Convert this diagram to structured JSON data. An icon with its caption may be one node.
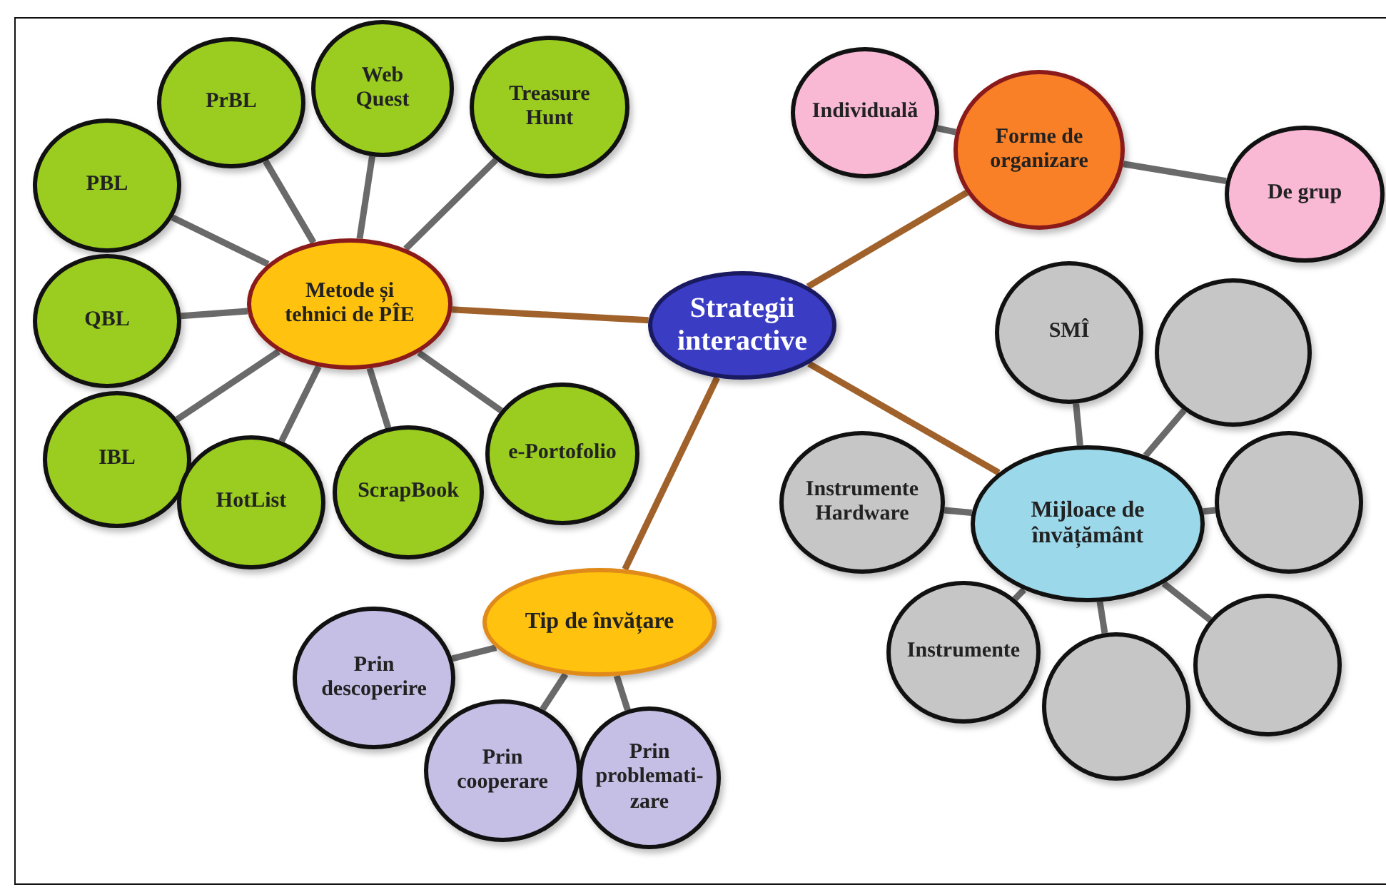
{
  "diagram": {
    "nodes": [
      {
        "text": [
          "Strategii interactive"
        ]
      },
      {
        "text": [
          "Metode și tehnici de PÎE"
        ]
      },
      {
        "text": [
          "PrBL"
        ]
      },
      {
        "text": [
          "Web Quest"
        ]
      },
      {
        "text": [
          "Treasure Hunt"
        ]
      },
      {
        "text": [
          "PBL"
        ]
      },
      {
        "text": [
          "QBL"
        ]
      },
      {
        "text": [
          "IBL"
        ]
      },
      {
        "text": [
          "HotList"
        ]
      },
      {
        "text": [
          "ScrapBook"
        ]
      },
      {
        "text": [
          "e-Portofolio"
        ]
      },
      {
        "text": [
          "Forme de organizare"
        ]
      },
      {
        "text": [
          "Individuală"
        ]
      },
      {
        "text": [
          "De grup"
        ]
      },
      {
        "text": [
          "Mijloace de învățământ"
        ]
      },
      {
        "text": [
          "SMÎ"
        ]
      },
      {
        "text": [],
        "shape": "circle"
      },
      {
        "text": [
          "Instrumente Hardware"
        ]
      },
      {
        "text": [],
        "shape": "circle"
      },
      {
        "text": [
          "Instrumente"
        ]
      },
      {
        "text": [],
        "shape": "circle"
      },
      {
        "text": [],
        "shape": "circle"
      },
      {
        "text": [
          "Tip de învățare"
        ]
      },
      {
        "text": [
          "Prin descoperire"
        ]
      },
      {
        "text": [
          "Prin cooperare"
        ]
      },
      {
        "text": [
          "Prin problemati- zare"
        ]
      }
    ],
    "edges": [
      {
        "from": 0,
        "to": 1,
        "arrow": "none",
        "color": "#a0622a"
      },
      {
        "from": 0,
        "to": 11,
        "arrow": "none",
        "color": "#a0622a"
      },
      {
        "from": 0,
        "to": 14,
        "arrow": "none",
        "color": "#a0622a"
      },
      {
        "from": 0,
        "to": 22,
        "arrow": "none",
        "color": "#a0622a"
      },
      {
        "from": 1,
        "to": 2,
        "arrow": "none"
      },
      {
        "from": 1,
        "to": 3,
        "arrow": "none"
      },
      {
        "from": 1,
        "to": 4,
        "arrow": "none"
      },
      {
        "from": 1,
        "to": 5,
        "arrow": "none"
      },
      {
        "from": 1,
        "to": 6,
        "arrow": "none"
      },
      {
        "from": 1,
        "to": 7,
        "arrow": "none"
      },
      {
        "from": 1,
        "to": 8,
        "arrow": "none"
      },
      {
        "from": 1,
        "to": 9,
        "arrow": "none"
      },
      {
        "from": 1,
        "to": 10,
        "arrow": "none"
      },
      {
        "from": 11,
        "to": 12,
        "arrow": "none"
      },
      {
        "from": 11,
        "to": 13,
        "arrow": "none"
      },
      {
        "from": 14,
        "to": 15,
        "arrow": "none"
      },
      {
        "from": 14,
        "to": 16,
        "arrow": "none"
      },
      {
        "from": 14,
        "to": 17,
        "arrow": "none"
      },
      {
        "from": 14,
        "to": 18,
        "arrow": "none"
      },
      {
        "from": 14,
        "to": 19,
        "arrow": "none"
      },
      {
        "from": 14,
        "to": 20,
        "arrow": "none"
      },
      {
        "from": 14,
        "to": 21,
        "arrow": "none"
      },
      {
        "from": 22,
        "to": 23,
        "arrow": "none"
      },
      {
        "from": 22,
        "to": 24,
        "arrow": "none"
      },
      {
        "from": 22,
        "to": 25,
        "arrow": "none"
      }
    ]
  }
}
